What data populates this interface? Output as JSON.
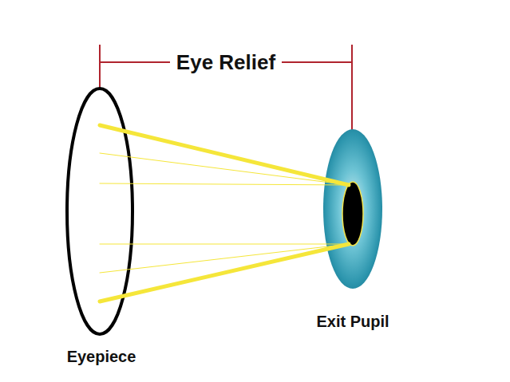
{
  "diagram": {
    "labels": [
      "Eye Relief",
      "Eyepiece",
      "Exit Pupil"
    ]
  }
}
